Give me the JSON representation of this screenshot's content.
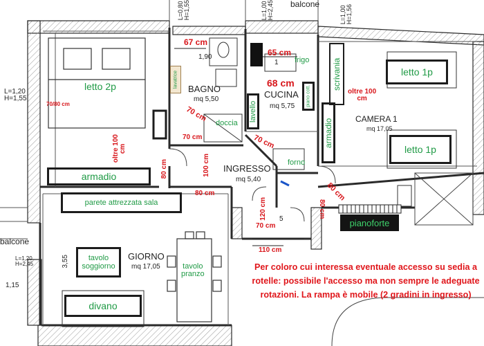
{
  "rooms": {
    "bagno": {
      "name": "BAGNO",
      "area": "mq 5,50"
    },
    "cucina": {
      "name": "CUCINA",
      "area": "mq 5,75"
    },
    "ingresso": {
      "name": "INGRESSO",
      "area": "mq 5,40"
    },
    "camera": {
      "name": "CAMERA 1",
      "area": "mq 17,05"
    },
    "giorno": {
      "name": "GIORNO",
      "area": "mq 17,05"
    }
  },
  "furniture": {
    "letto_2p": "letto 2p",
    "armadio_left": "armadio",
    "parete": "parete attrezzata sala",
    "tavolo_soggiorno": "tavolo\nsoggiorno",
    "tavolo_pranzo": "tavolo\npranzo",
    "divano": "divano",
    "lavatrice": "lavatrice",
    "doccia": "doccia",
    "frigo": "frigo",
    "lavello": "lavello",
    "piano_cottura": "piano cott.",
    "forno": "forno",
    "armadio_camera": "armadio",
    "scrivania": "scrivania",
    "letto_1p_a": "letto 1p",
    "letto_1p_b": "letto 1p",
    "pianoforte": "pianoforte"
  },
  "measures": {
    "m_67": "67 cm",
    "m_65": "65 cm",
    "m_68": "68 cm",
    "m_70_80": "70/80 cm",
    "m_oltre_letto": "oltre 100\ncm",
    "m_70_bagno": "70 cm",
    "m_70_corr": "70 cm",
    "m_80_corr": "80 cm",
    "m_100_corr": "100 cm",
    "m_80_ingr": "80 cm",
    "m_70_cucina": "70 cm",
    "m_oltre_camera": "oltre 100\ncm",
    "m_80_camera": "80 cm",
    "m_120": "120 cm",
    "m_70_passage": "70 cm",
    "m_80_side": "80 cm",
    "m_110": "110 cm"
  },
  "plan_text": {
    "balcone_top": "balcone",
    "balcone_left": "balcone",
    "dim_l120": "L=1,20\nH=1,55",
    "dim_l080": "L=0,80\nH=1,55",
    "dim_l100a": "L=1,00\nH=2,45",
    "dim_l100b": "L=1,00\nH=1,56",
    "dim_l120b": "L=1,20\nH=2,45",
    "dim_190": "1,90",
    "dim_355": "3,55",
    "dim_115": "1,15",
    "dim_1": "1",
    "dim_5": "5"
  },
  "note": "Per coloro cui interessa eventuale accesso su sedia a rotelle: possibile l'accesso ma non sempre le adeguate rotazioni. La rampa è mobile (2 gradini in ingresso)",
  "colors": {
    "green": "#1f9a45",
    "red": "#d8161b",
    "wall": "#2a2a2a",
    "hatch": "#9a9a9a"
  }
}
